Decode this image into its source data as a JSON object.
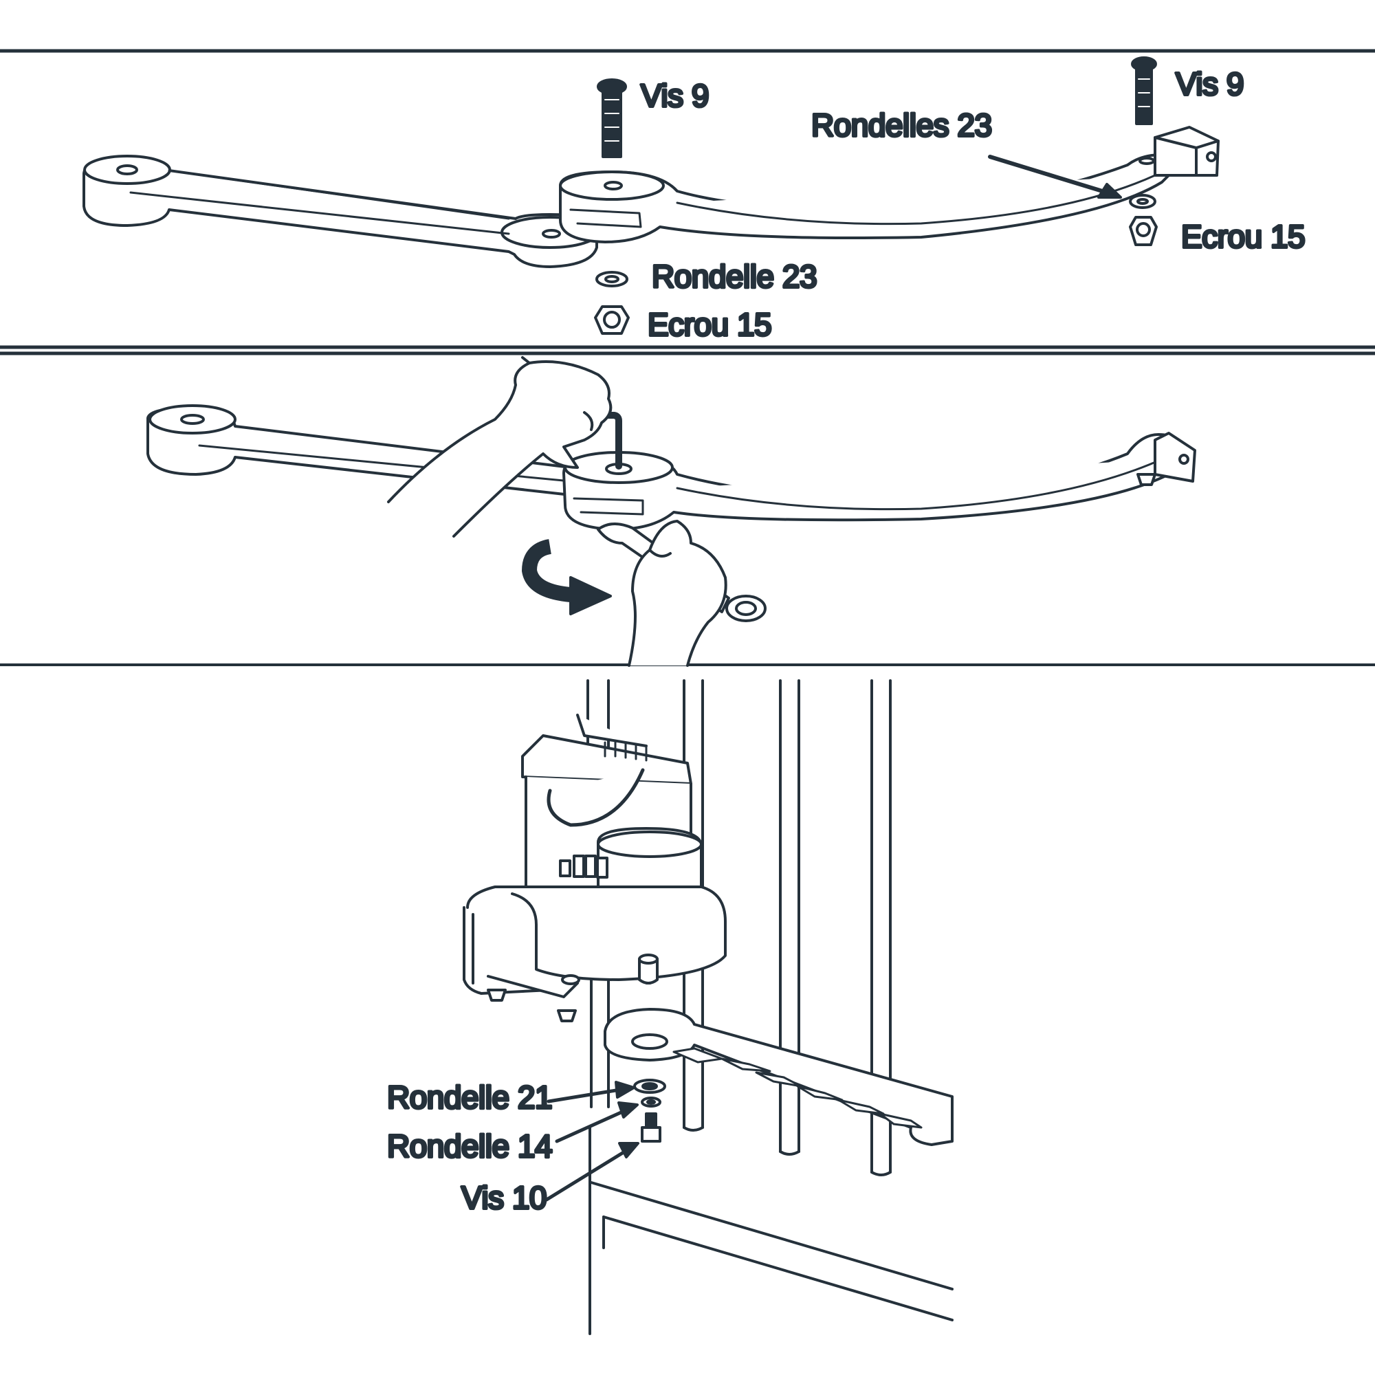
{
  "panel_1": {
    "label_vis_left": "Vis 9",
    "label_vis_right": "Vis 9",
    "label_rondelles_right": "Rondelles 23",
    "label_ecrou_right": "Ecrou 15",
    "label_rondelle_center": "Rondelle 23",
    "label_ecrou_center": "Ecrou 15"
  },
  "panel_3": {
    "label_rondelle_21": "Rondelle 21",
    "label_rondelle_14": "Rondelle 14",
    "label_vis_10": "Vis 10"
  },
  "colors": {
    "line": "#25313b",
    "background": "#ffffff"
  }
}
